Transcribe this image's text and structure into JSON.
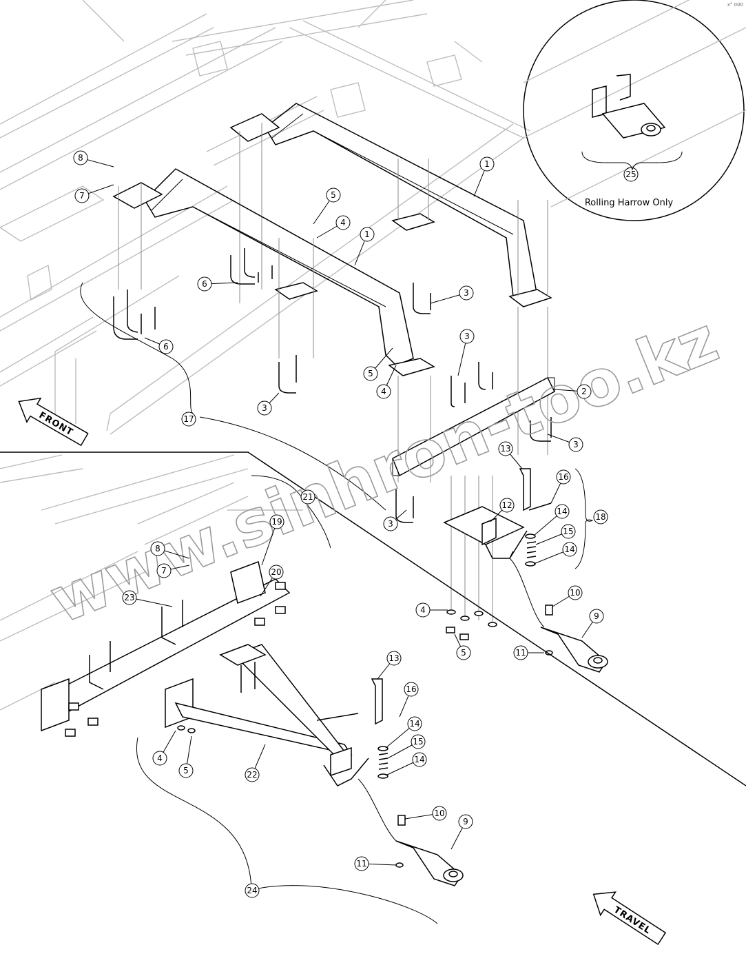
{
  "corner_mark": "x° 000",
  "detail": {
    "callout": "25",
    "caption": "Rolling Harrow Only"
  },
  "arrows": {
    "front": "FRONT",
    "travel": "TRAVEL"
  },
  "watermark": "www.sinhron-too.kz",
  "callouts": [
    {
      "id": "c1a",
      "label": "1"
    },
    {
      "id": "c1b",
      "label": "1"
    },
    {
      "id": "c2",
      "label": "2"
    },
    {
      "id": "c3a",
      "label": "3"
    },
    {
      "id": "c3b",
      "label": "3"
    },
    {
      "id": "c3c",
      "label": "3"
    },
    {
      "id": "c3d",
      "label": "3"
    },
    {
      "id": "c3e",
      "label": "3"
    },
    {
      "id": "c4a",
      "label": "4"
    },
    {
      "id": "c4b",
      "label": "4"
    },
    {
      "id": "c4c",
      "label": "4"
    },
    {
      "id": "c4d",
      "label": "4"
    },
    {
      "id": "c5a",
      "label": "5"
    },
    {
      "id": "c5b",
      "label": "5"
    },
    {
      "id": "c5c",
      "label": "5"
    },
    {
      "id": "c5d",
      "label": "5"
    },
    {
      "id": "c6a",
      "label": "6"
    },
    {
      "id": "c6b",
      "label": "6"
    },
    {
      "id": "c7a",
      "label": "7"
    },
    {
      "id": "c7b",
      "label": "7"
    },
    {
      "id": "c8a",
      "label": "8"
    },
    {
      "id": "c8b",
      "label": "8"
    },
    {
      "id": "c9a",
      "label": "9"
    },
    {
      "id": "c9b",
      "label": "9"
    },
    {
      "id": "c10a",
      "label": "10"
    },
    {
      "id": "c10b",
      "label": "10"
    },
    {
      "id": "c11a",
      "label": "11"
    },
    {
      "id": "c11b",
      "label": "11"
    },
    {
      "id": "c12",
      "label": "12"
    },
    {
      "id": "c13a",
      "label": "13"
    },
    {
      "id": "c13b",
      "label": "13"
    },
    {
      "id": "c14a",
      "label": "14"
    },
    {
      "id": "c14b",
      "label": "14"
    },
    {
      "id": "c14c",
      "label": "14"
    },
    {
      "id": "c14d",
      "label": "14"
    },
    {
      "id": "c15a",
      "label": "15"
    },
    {
      "id": "c15b",
      "label": "15"
    },
    {
      "id": "c16a",
      "label": "16"
    },
    {
      "id": "c16b",
      "label": "16"
    },
    {
      "id": "c17",
      "label": "17"
    },
    {
      "id": "c18",
      "label": "18"
    },
    {
      "id": "c19",
      "label": "19"
    },
    {
      "id": "c20",
      "label": "20"
    },
    {
      "id": "c21",
      "label": "21"
    },
    {
      "id": "c22",
      "label": "22"
    },
    {
      "id": "c23",
      "label": "23"
    },
    {
      "id": "c24",
      "label": "24"
    }
  ]
}
